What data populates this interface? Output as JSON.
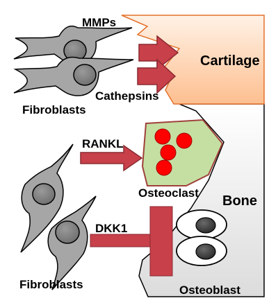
{
  "labels": {
    "mmps": "MMPs",
    "cathepsins": "Cathepsins",
    "cartilage": "Cartilage",
    "fibroblasts_top": "Fibroblasts",
    "rankl": "RANKL",
    "osteoclast": "Osteoclast",
    "bone": "Bone",
    "dkk1": "DKK1",
    "fibroblasts_bottom": "Fibroblasts",
    "osteoblast": "Osteoblast"
  },
  "colors": {
    "cartilage_fill": "#fdbf90",
    "cartilage_stroke": "#e3702a",
    "bone_fill": "#e6e6e6",
    "osteoclast_fill": "#c5dfa3",
    "osteoclast_stroke": "#a0403a",
    "nucleus_red": "#ff0000",
    "arrow_fill": "#c8404a",
    "arrow_stroke": "#8a2a30",
    "fibroblast_fill": "#a6a6a6",
    "fibroblast_nucleus": "#7f7f7f",
    "osteoblast_nucleus": "#404040"
  }
}
